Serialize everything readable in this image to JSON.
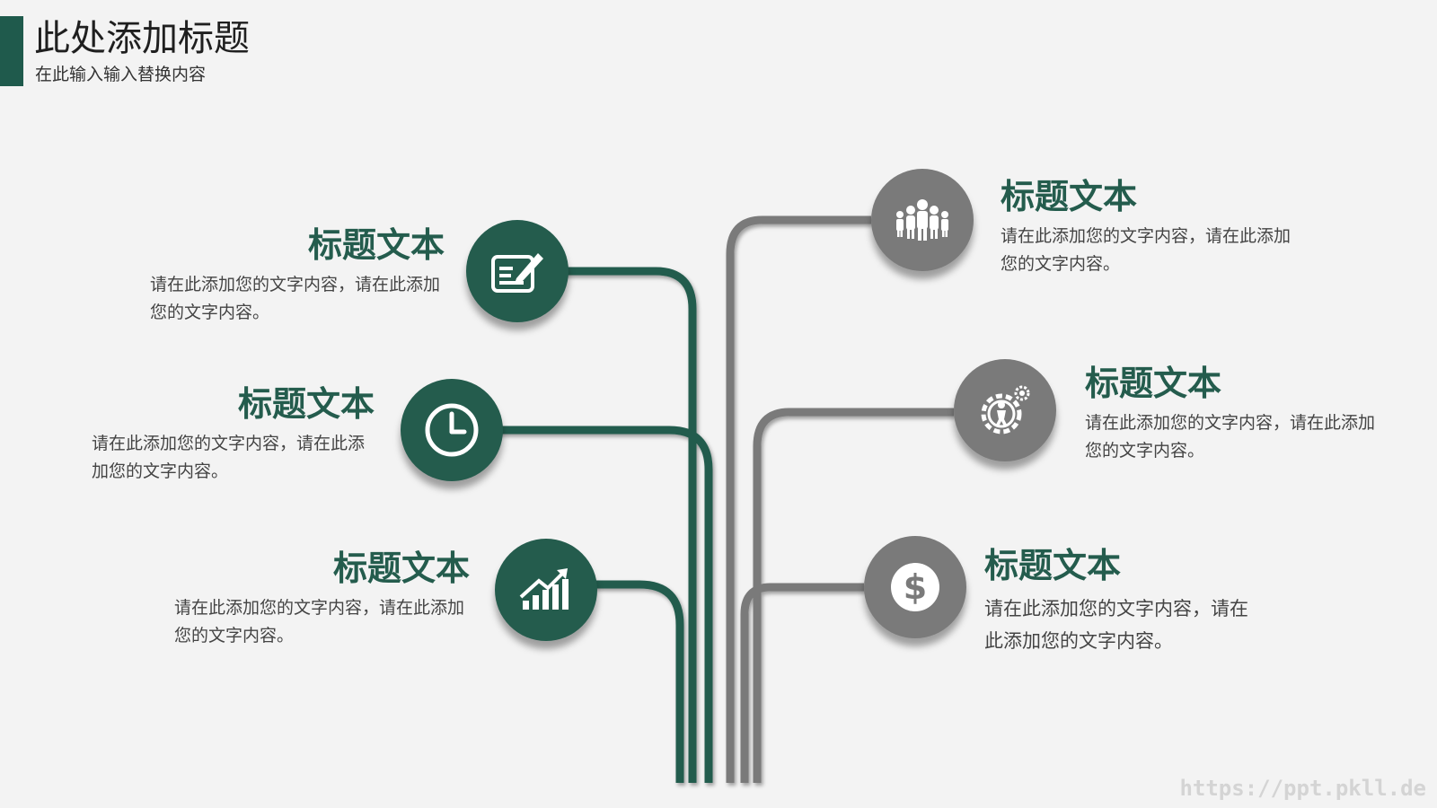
{
  "header": {
    "title": "此处添加标题",
    "subtitle": "在此输入输入替换内容"
  },
  "colors": {
    "accent": "#245c4d",
    "grey": "#7a7a7a",
    "background": "#f3f3f3"
  },
  "items": [
    {
      "icon": "edit-note-icon",
      "title": "标题文本",
      "desc": "请在此添加您的文字内容，请在此添加您的文字内容。"
    },
    {
      "icon": "clock-icon",
      "title": "标题文本",
      "desc": "请在此添加您的文字内容，请在此添加您的文字内容。"
    },
    {
      "icon": "growth-chart-icon",
      "title": "标题文本",
      "desc": "请在此添加您的文字内容，请在此添加您的文字内容。"
    },
    {
      "icon": "team-icon",
      "title": "标题文本",
      "desc": "请在此添加您的文字内容，请在此添加您的文字内容。"
    },
    {
      "icon": "gear-person-icon",
      "title": "标题文本",
      "desc": "请在此添加您的文字内容，请在此添加您的文字内容。"
    },
    {
      "icon": "dollar-icon",
      "title": "标题文本",
      "desc": "请在此添加您的文字内容，请在此添加您的文字内容。"
    }
  ],
  "watermark": "https://ppt.pkll.de"
}
